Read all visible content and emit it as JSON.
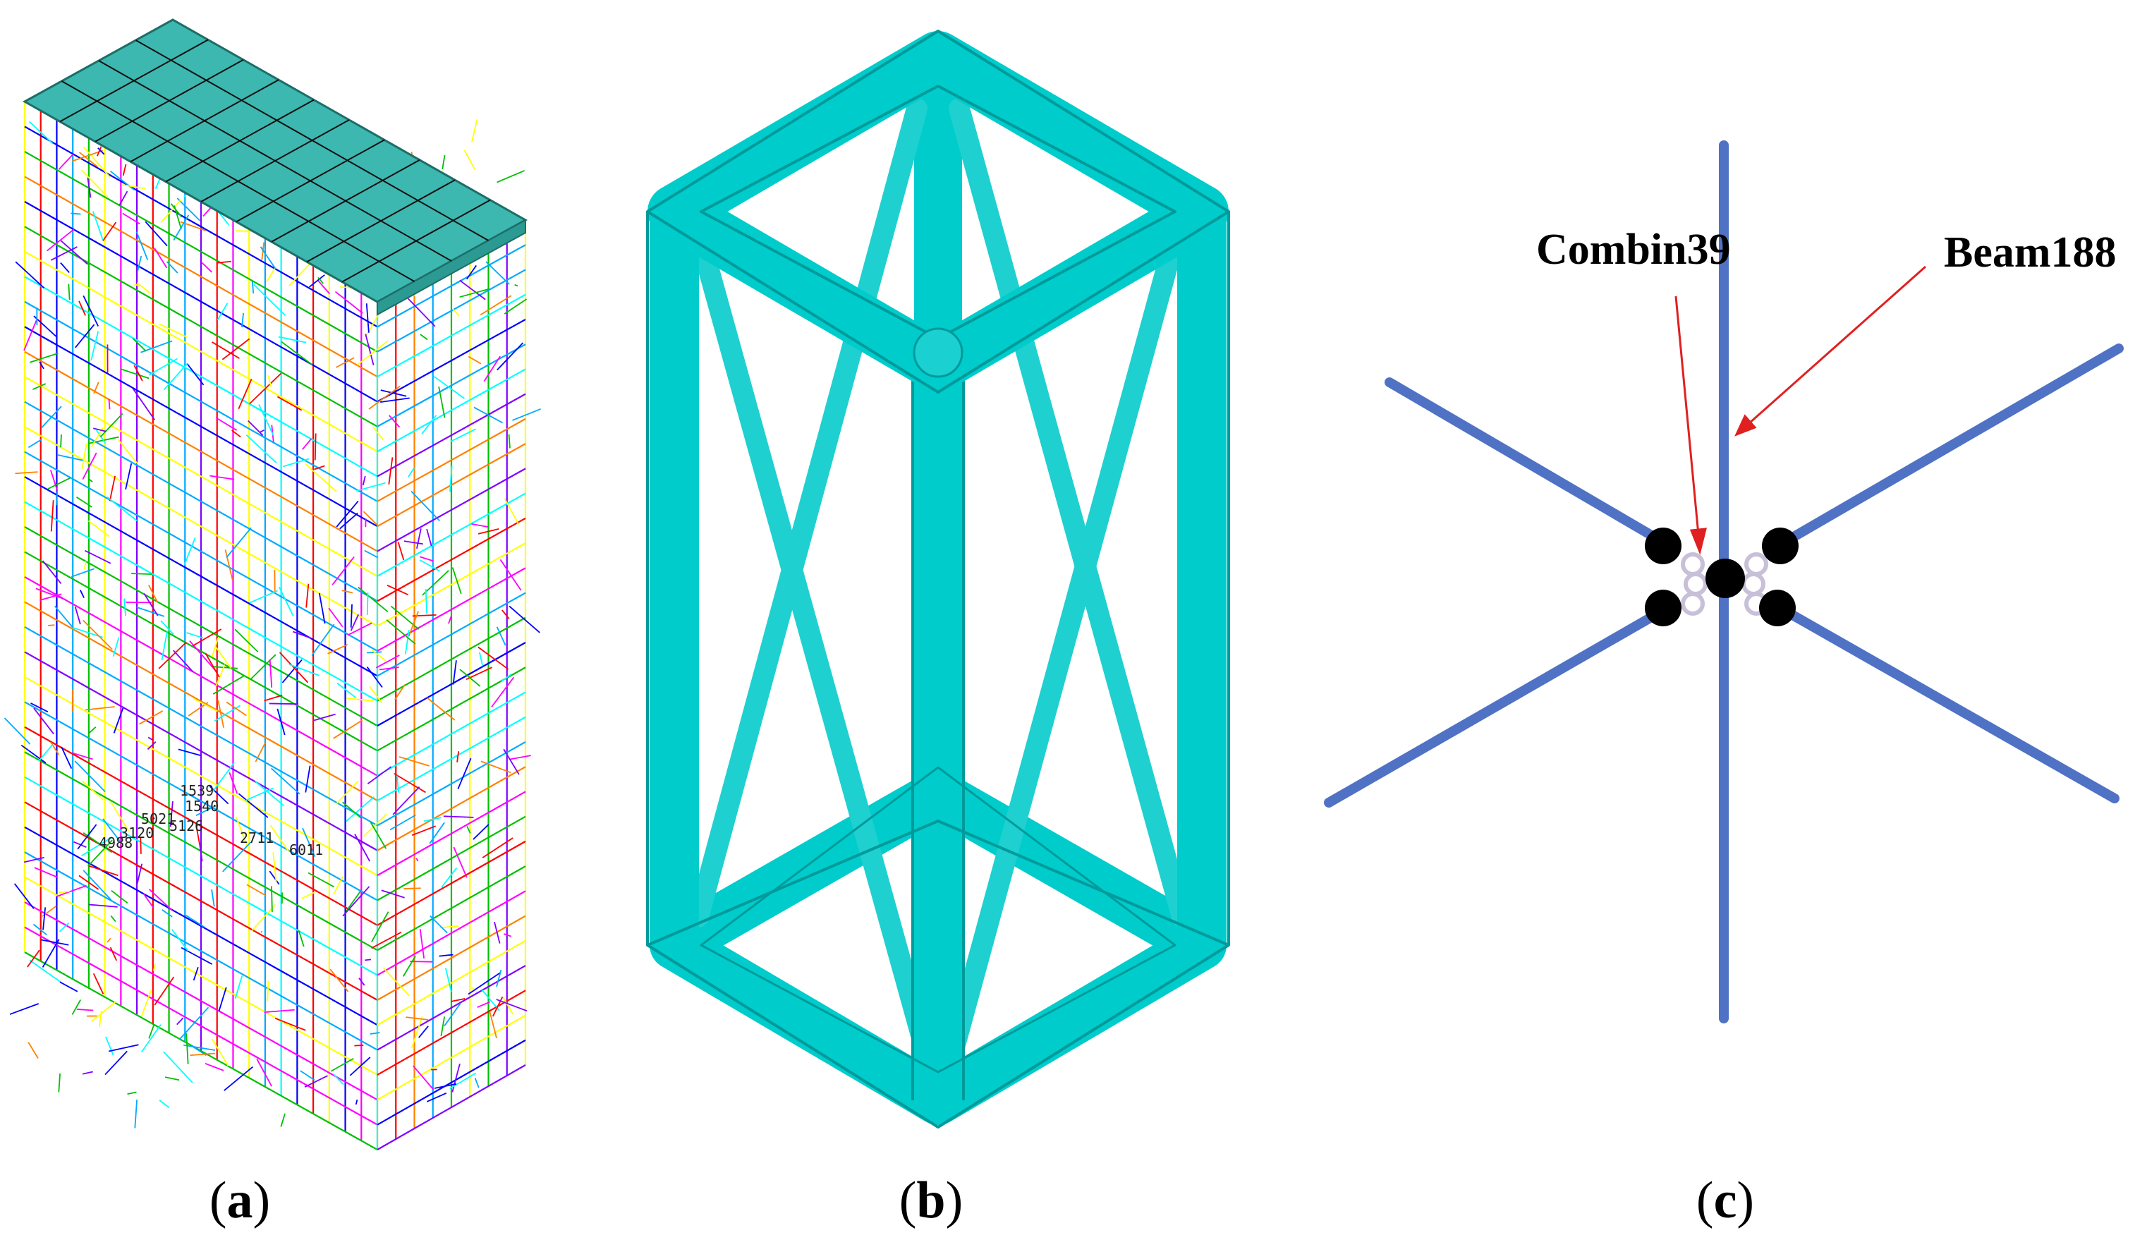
{
  "panels": [
    {
      "id": "a",
      "caption_open": "(",
      "caption_letter": "a",
      "caption_close": ")"
    },
    {
      "id": "b",
      "caption_open": "(",
      "caption_letter": "b",
      "caption_close": ")"
    },
    {
      "id": "c",
      "caption_open": "(",
      "caption_letter": "c",
      "caption_close": ")"
    }
  ],
  "callouts": {
    "combin": "Combin39",
    "beam": "Beam188"
  },
  "colors": {
    "frame_fill": "#00cccc",
    "frame_edge": "#009a9a",
    "slab_fill": "#3cb8b0",
    "beam_line": "#4f72c4",
    "node": "#000000",
    "spring": "#c8c0d8",
    "arrow": "#e02020",
    "mesh": [
      "#ff00ff",
      "#0000ff",
      "#00aaff",
      "#00c000",
      "#ffff00",
      "#ff0000",
      "#00ffff",
      "#8000ff",
      "#ff8000"
    ]
  }
}
